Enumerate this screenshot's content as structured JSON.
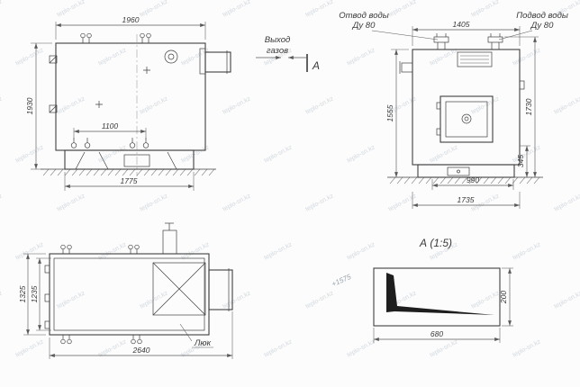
{
  "watermark": {
    "text": "teplo-sn.kz"
  },
  "colors": {
    "line": "#3f3f3f",
    "dim": "#5a5a5a",
    "watermark": "#c3ccd4"
  },
  "front_view": {
    "dim_width_top": "1960",
    "dim_height_left": "1930",
    "dim_fittings": "1100",
    "dim_width_bottom": "1775"
  },
  "annotations": {
    "gas_exit_line1": "Выход",
    "gas_exit_line2": "газов",
    "section_letter": "А"
  },
  "side_view": {
    "label_outlet_line1": "Отвод воды",
    "label_outlet_line2": "Ду 80",
    "label_inlet_line1": "Подвод воды",
    "label_inlet_line2": "Ду 80",
    "dim_top": "1405",
    "dim_left": "1555",
    "dim_right": "1730",
    "dim_feet": "990",
    "dim_base": "345",
    "dim_bottom": "1735"
  },
  "plan_view": {
    "dim_left_outer": "1325",
    "dim_left_inner": "1235",
    "dim_bottom": "2640",
    "hatch_label": "Люк"
  },
  "section_a": {
    "title": "А (1:5)",
    "note": "+1575",
    "dim_width": "680",
    "dim_height": "200"
  }
}
